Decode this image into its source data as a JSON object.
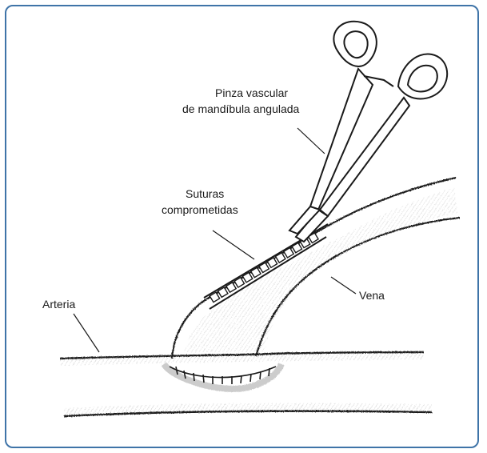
{
  "colors": {
    "border": "#3f74a8",
    "ink": "#1a1a1a",
    "shade": "#8a8a8a"
  },
  "labels": {
    "clamp_line1": "Pinza vascular",
    "clamp_line2": "de mandíbula angulada",
    "sutures_line1": "Suturas",
    "sutures_line2": "comprometidas",
    "artery": "Arteria",
    "vein": "Vena"
  }
}
